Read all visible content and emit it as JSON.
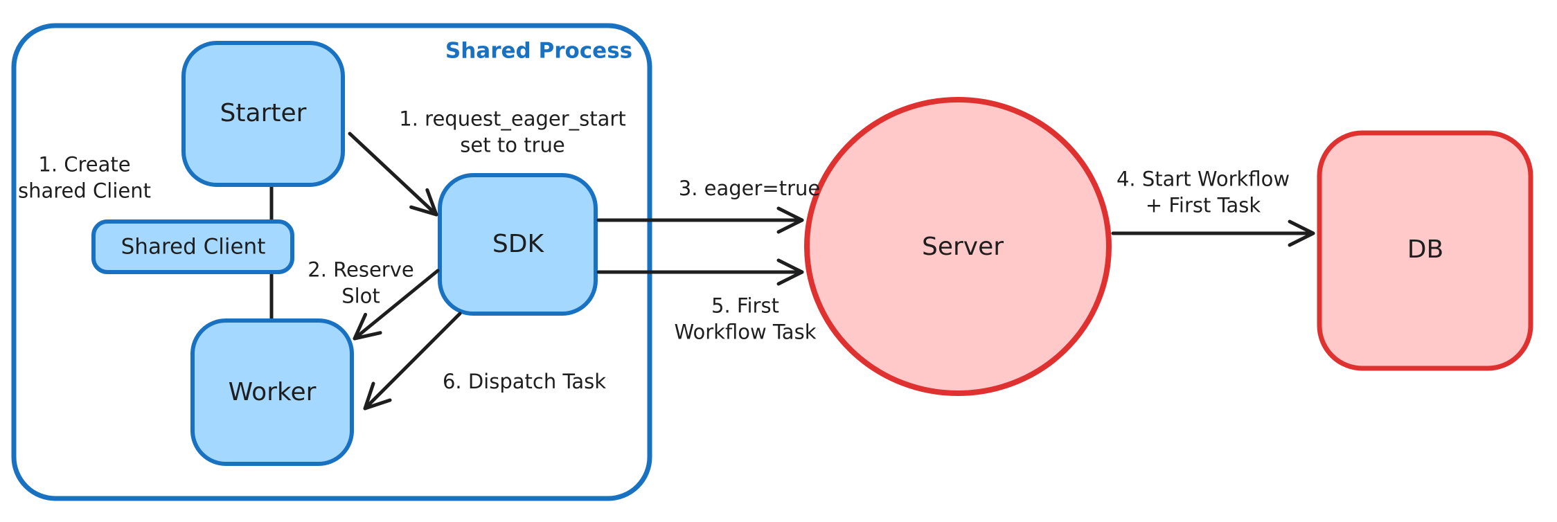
{
  "diagram": {
    "title_group": {
      "shared_process_label": "Shared Process"
    },
    "nodes": {
      "starter": "Starter",
      "shared_client": "Shared Client",
      "worker": "Worker",
      "sdk": "SDK",
      "server": "Server",
      "db": "DB"
    },
    "annotations": {
      "create_shared_client": [
        "1. Create",
        "shared Client"
      ],
      "request_eager_start": [
        "1. request_eager_start",
        "set to true"
      ],
      "reserve_slot": [
        "2. Reserve",
        "Slot"
      ],
      "eager_true": "3. eager=true",
      "start_workflow": [
        "4. Start Workflow",
        "+ First Task"
      ],
      "first_workflow_task": [
        "5. First",
        "Workflow Task"
      ],
      "dispatch_task": "6. Dispatch Task"
    },
    "colors": {
      "blue_stroke": "#1971c2",
      "blue_fill": "#a5d8ff",
      "red_stroke": "#e03131",
      "red_fill": "#ffc9c9",
      "ink": "#1e1e1e",
      "background": "#ffffff"
    }
  }
}
